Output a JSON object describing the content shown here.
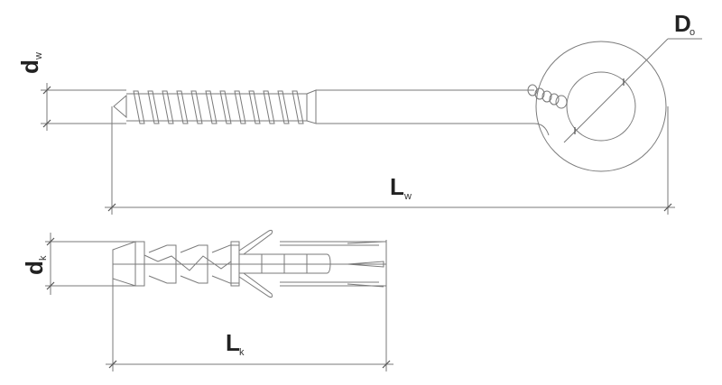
{
  "labels": {
    "dw": {
      "main": "d",
      "sub": "w"
    },
    "lw": {
      "main": "L",
      "sub": "w"
    },
    "do": {
      "main": "D",
      "sub": "o"
    },
    "dk": {
      "main": "d",
      "sub": "k"
    },
    "lk": {
      "main": "L",
      "sub": "k"
    }
  },
  "colors": {
    "line": "#7a7a7a",
    "text": "#222222"
  }
}
